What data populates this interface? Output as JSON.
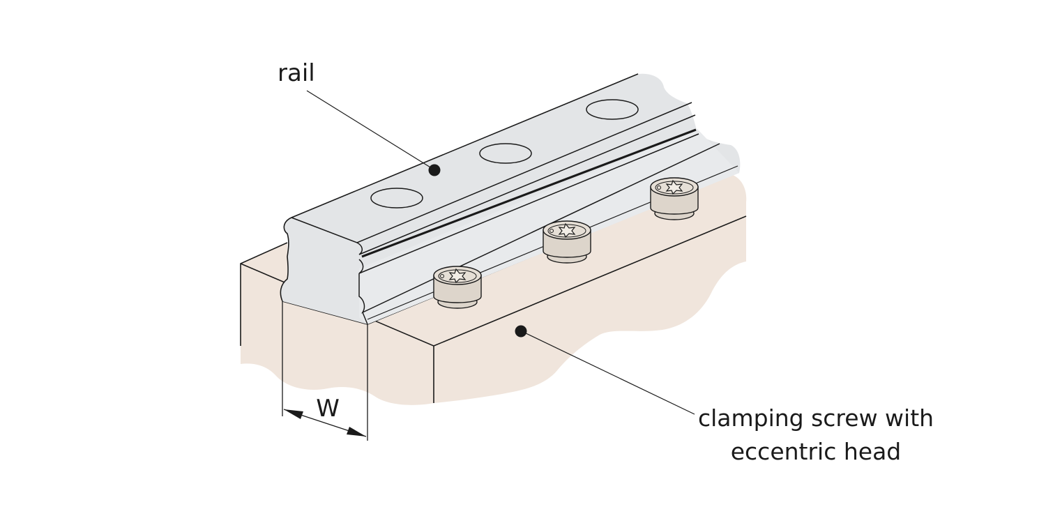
{
  "labels": {
    "rail": "rail",
    "screw_line1": "clamping screw with",
    "screw_line2": "eccentric head",
    "width": "W"
  },
  "colors": {
    "rail_fill": "#e3e5e7",
    "rail_side": "#e8eaec",
    "base_fill": "#f0e5dc",
    "screw_fill": "#ddd5cb",
    "screw_top": "#e6dfd6",
    "stroke": "#1a1a1a"
  },
  "icons": [
    "torx-socket-icon"
  ]
}
